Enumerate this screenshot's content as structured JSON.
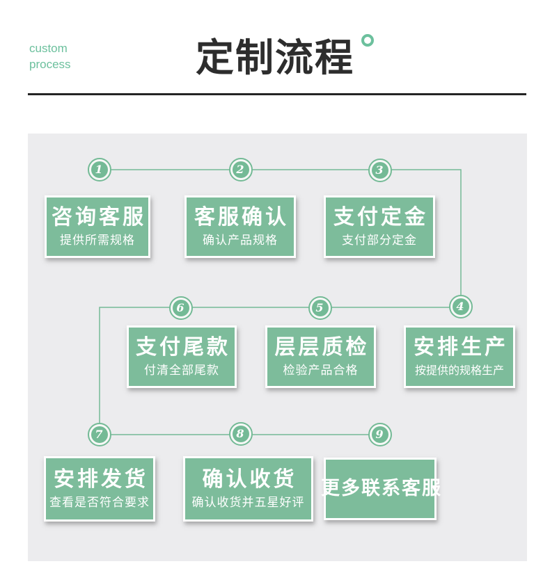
{
  "header": {
    "tagline_line1": "custom",
    "tagline_line2": "process",
    "title": "定制流程"
  },
  "steps": [
    {
      "num": "1",
      "title": "咨询客服",
      "subtitle": "提供所需规格"
    },
    {
      "num": "2",
      "title": "客服确认",
      "subtitle": "确认产品规格"
    },
    {
      "num": "3",
      "title": "支付定金",
      "subtitle": "支付部分定金"
    },
    {
      "num": "4",
      "title": "安排生产",
      "subtitle": "按提供的规格生产"
    },
    {
      "num": "5",
      "title": "层层质检",
      "subtitle": "检验产品合格"
    },
    {
      "num": "6",
      "title": "支付尾款",
      "subtitle": "付清全部尾款"
    },
    {
      "num": "7",
      "title": "安排发货",
      "subtitle": "查看是否符合要求"
    },
    {
      "num": "8",
      "title": "确认收货",
      "subtitle": "确认收货并五星好评"
    },
    {
      "num": "9",
      "title": "更多联系客服",
      "subtitle": ""
    }
  ],
  "colors": {
    "accent_green": "#74ba96",
    "box_green": "#7dbc9b",
    "tagline_green": "#6cc09d",
    "panel_gray": "#ececee",
    "title_black": "#2d2d2d"
  }
}
